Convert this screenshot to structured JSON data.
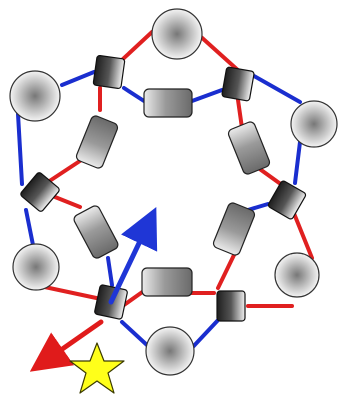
{
  "diagram": {
    "kind": "mechanical-linkage-network",
    "colors": {
      "background": "#ffffff",
      "red_link": "#e02020",
      "blue_link": "#1a2ecf",
      "star": "#ffff1a",
      "star_outline": "#3a3a00",
      "arrow_blue": "#1f36d6",
      "arrow_red": "#e01b1b",
      "disc_dark": "#777777",
      "disc_light": "#f4f4f4",
      "block_dark": "#1e1e1e",
      "block_light": "#f2f2f2",
      "capsule_dark": "#6a6a6a",
      "capsule_light": "#ebebeb"
    },
    "component_counts": {
      "discs": 6,
      "hinges": 6,
      "capsules": 6
    },
    "icons": [
      "star-icon",
      "arrow-icon"
    ]
  }
}
